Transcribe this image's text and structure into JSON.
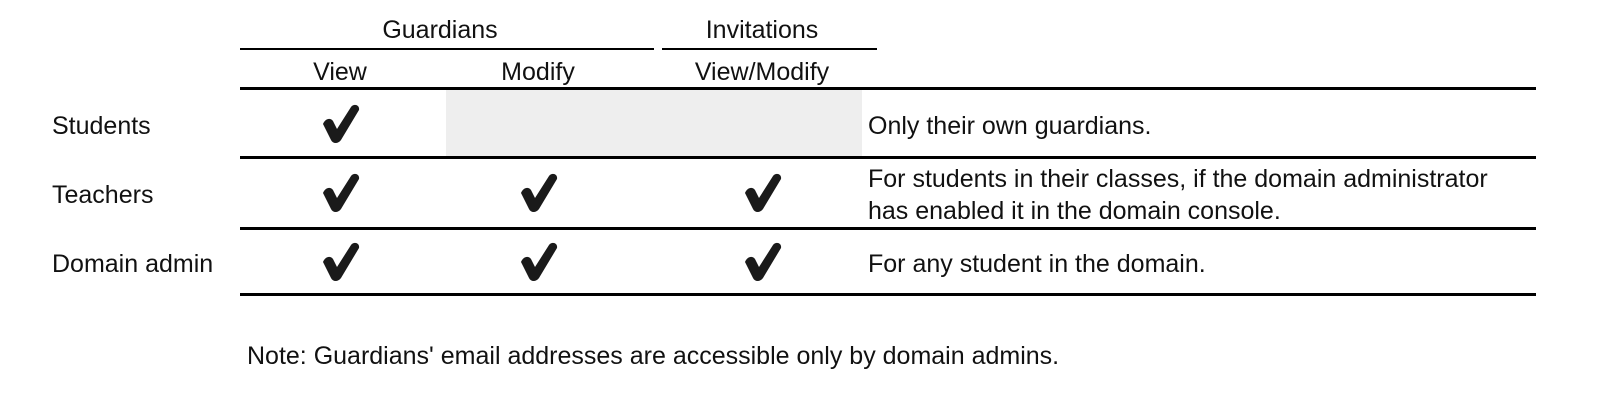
{
  "table": {
    "caption": "",
    "column_groups": [
      {
        "label": "Guardians",
        "span": 2
      },
      {
        "label": "Invitations",
        "span": 1
      }
    ],
    "columns": [
      {
        "key": "role",
        "label": ""
      },
      {
        "key": "guardians_view",
        "label": "View"
      },
      {
        "key": "guardians_modify",
        "label": "Modify"
      },
      {
        "key": "invitations_view_modify",
        "label": "View/Modify"
      },
      {
        "key": "notes",
        "label": ""
      }
    ],
    "rows": [
      {
        "role": "Students",
        "guardians_view": "check",
        "guardians_modify": "shaded",
        "invitations_view_modify": "empty",
        "notes": "Only their own guardians."
      },
      {
        "role": "Teachers",
        "guardians_view": "check",
        "guardians_modify": "check",
        "invitations_view_modify": "check",
        "notes": "For students in their classes, if the domain administrator has enabled it in the domain console."
      },
      {
        "role": "Domain admin",
        "guardians_view": "check",
        "guardians_modify": "check",
        "invitations_view_modify": "check",
        "notes": "For any student in the domain."
      }
    ]
  },
  "footnote": {
    "text": "Note: Guardians' email addresses are accessible only by domain admins."
  },
  "icons": {
    "check": "heavy-check-mark"
  },
  "colors": {
    "text": "#111111",
    "rule": "#000000",
    "shaded_cell": "#eeeeee",
    "background": "#ffffff"
  }
}
